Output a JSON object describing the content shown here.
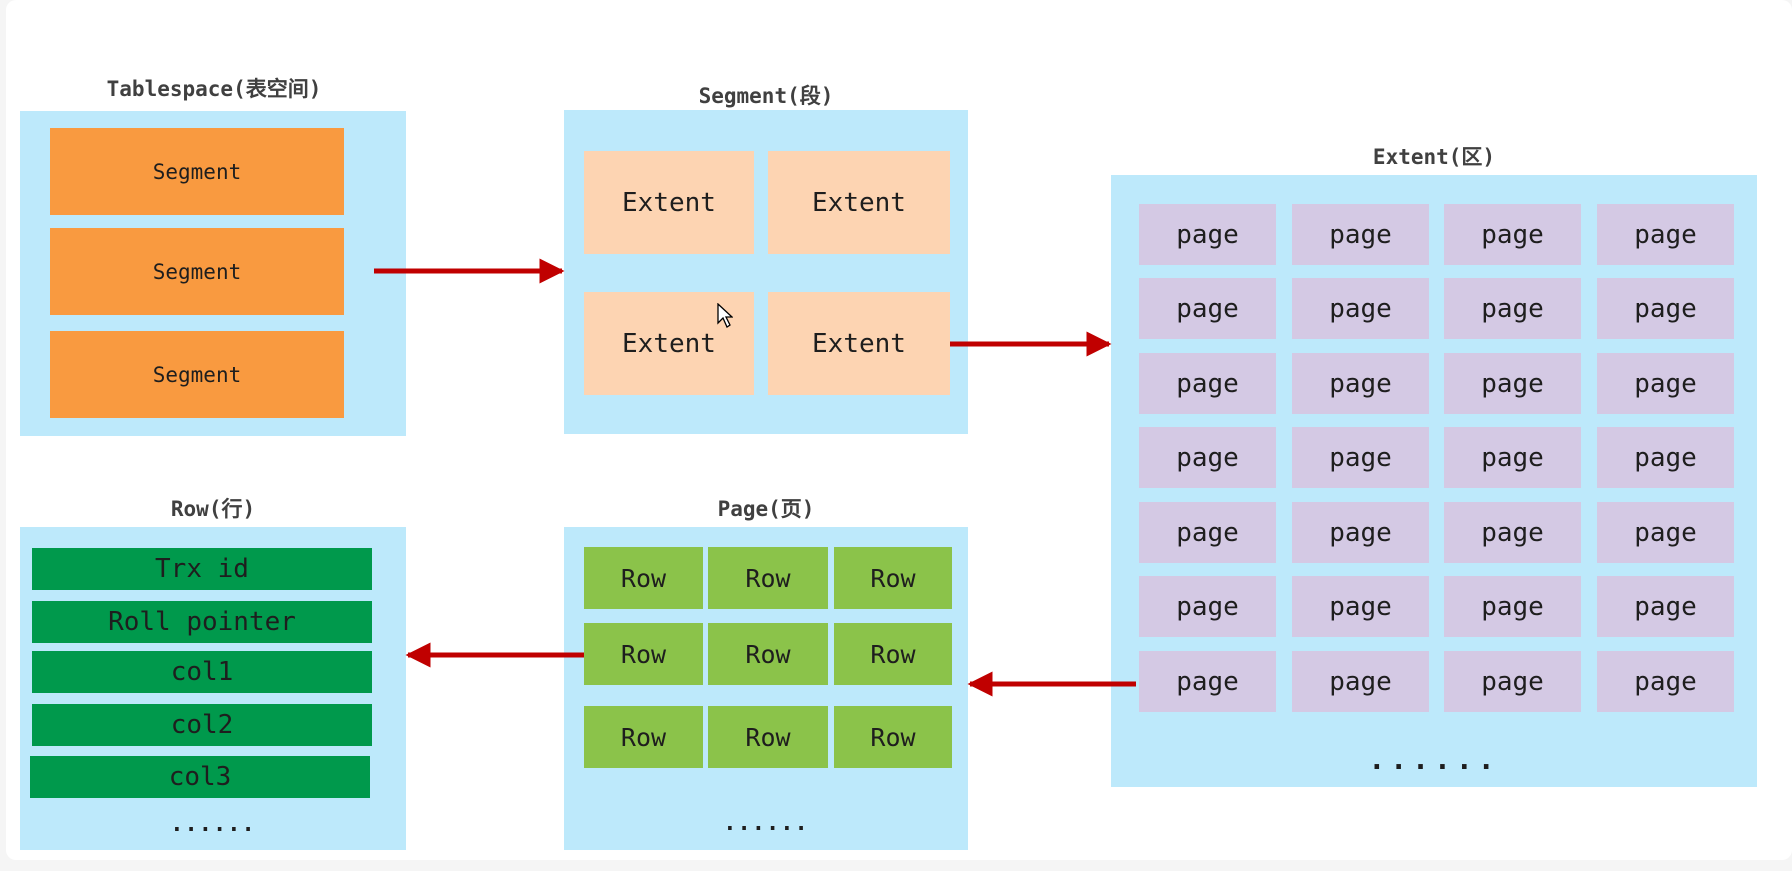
{
  "tablespace": {
    "title": "Tablespace(表空间)",
    "segments": [
      "Segment",
      "Segment",
      "Segment"
    ]
  },
  "segment": {
    "title": "Segment(段)",
    "extents": [
      "Extent",
      "Extent",
      "Extent",
      "Extent"
    ]
  },
  "extent": {
    "title": "Extent(区)",
    "page_label": "page",
    "ellipsis": "......"
  },
  "page": {
    "title": "Page(页)",
    "row_label": "Row",
    "ellipsis": "......"
  },
  "row": {
    "title": "Row(行)",
    "fields": [
      "Trx id",
      "Roll pointer",
      "col1",
      "col2",
      "col3"
    ],
    "ellipsis": "......"
  },
  "colors": {
    "panel": "#bde9fb",
    "segment": "#f99a40",
    "extent": "#fdd4b2",
    "page": "#d4c9e4",
    "row": "#8bc34a",
    "field": "#00994c",
    "arrow": "#c00000"
  }
}
